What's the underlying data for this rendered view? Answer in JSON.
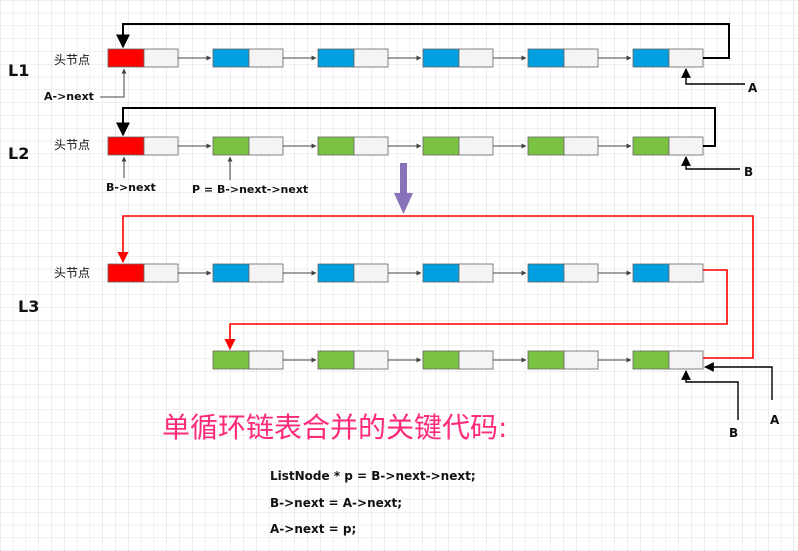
{
  "labels": {
    "l1": "L1",
    "l2": "L2",
    "l3": "L3",
    "head_node": "头节点",
    "a_next": "A->next",
    "b_next": "B->next",
    "p_assign": "P = B->next->next",
    "a": "A",
    "b": "B"
  },
  "title": "单循环链表合并的关键代码:",
  "code": [
    "ListNode * p = B->next->next;",
    "B->next = A->next;",
    "A->next = p;"
  ],
  "colors": {
    "head": "#ff0000",
    "list_a": "#00a0e0",
    "list_b": "#7cc242",
    "merge_link": "#ff0000",
    "big_arrow": "#8872b8",
    "title": "#ff2a7a",
    "grid": "#d6d6d6"
  }
}
